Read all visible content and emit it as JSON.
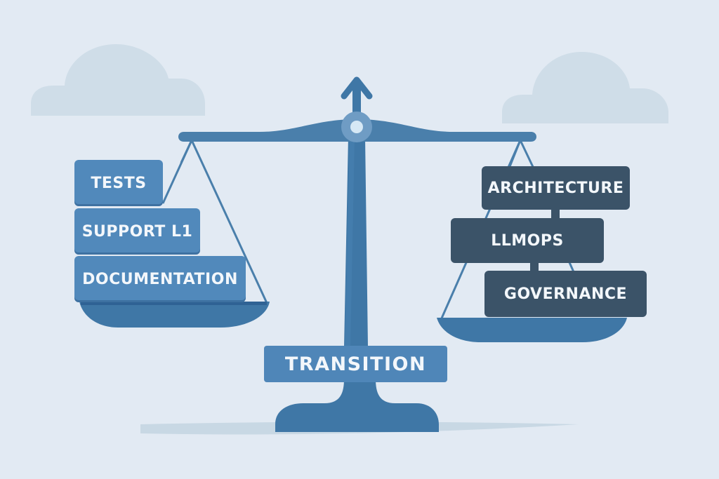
{
  "illustration": {
    "subject": "balance-scale",
    "colors": {
      "background": "#e2eaf3",
      "cloud": "#cfdde8",
      "scale_blue": "#3f77a6",
      "beam_blue": "#4a7fab",
      "pivot_ring": "#6f9cc4",
      "pivot_center": "#d6e8f5",
      "light_box": "#5189bb",
      "dark_box": "#3b5368",
      "label_text": "#f3f7fb",
      "ground": "#c8d8e4"
    }
  },
  "left_pan": {
    "items": [
      {
        "label": "TESTS"
      },
      {
        "label": "SUPPORT L1"
      },
      {
        "label": "DOCUMENTATION"
      }
    ]
  },
  "right_pan": {
    "items": [
      {
        "label": "ARCHITECTURE"
      },
      {
        "label": "LLMOPS"
      },
      {
        "label": "GOVERNANCE"
      }
    ]
  },
  "base": {
    "label": "TRANSITION"
  },
  "icons": {
    "top": "arrow-up-icon",
    "pivot": "pivot-circle-icon",
    "decor": [
      "cloud-icon",
      "cloud-icon"
    ]
  }
}
